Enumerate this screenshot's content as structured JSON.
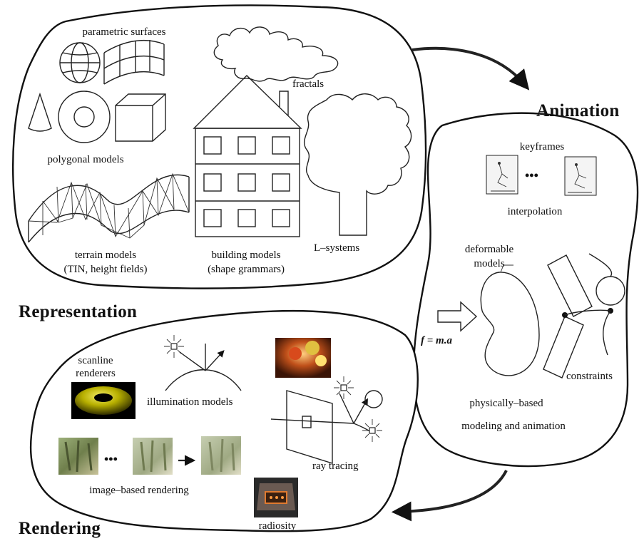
{
  "sections": {
    "representation": "Representation",
    "animation": "Animation",
    "rendering": "Rendering"
  },
  "representation_labels": {
    "parametric_surfaces": "parametric surfaces",
    "fractals": "fractals",
    "polygonal_models": "polygonal models",
    "terrain_models_1": "terrain models",
    "terrain_models_2": "(TIN, height fields)",
    "building_models_1": "building models",
    "building_models_2": "(shape grammars)",
    "l_systems": "L–systems"
  },
  "animation_labels": {
    "keyframes": "keyframes",
    "ellipsis": "•••",
    "interpolation": "interpolation",
    "deformable_1": "deformable",
    "deformable_2": "models",
    "force_equation": "f = m.a",
    "constraints": "constraints",
    "physically_based_1": "physically–based",
    "physically_based_2": "modeling and animation"
  },
  "rendering_labels": {
    "scanline_1": "scanline",
    "scanline_2": "renderers",
    "illumination_models": "illumination models",
    "ray_tracing": "ray tracing",
    "ellipsis": "•••",
    "image_based_rendering": "image–based rendering",
    "radiosity": "radiosity"
  },
  "colors": {
    "outline": "#111111",
    "background": "#ffffff",
    "torus": "#b8b000",
    "foliage": "#7a8a55"
  }
}
